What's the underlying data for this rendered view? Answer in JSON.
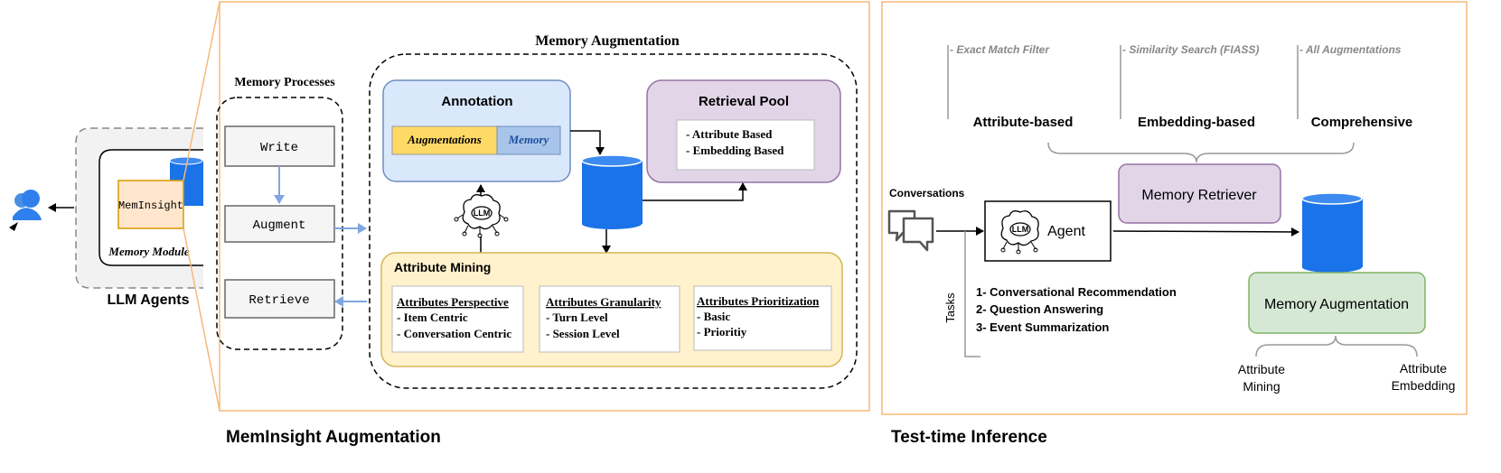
{
  "left_panel": {
    "caption": "MemInsight Augmentation",
    "agent": {
      "meminsight_label": "MemInsight",
      "module_label": "Memory Module",
      "title": "LLM Agents"
    },
    "memory_processes": {
      "title": "Memory Processes",
      "steps": [
        "Write",
        "Augment",
        "Retrieve"
      ]
    },
    "memory_augmentation": {
      "title": "Memory Augmentation",
      "annotation": {
        "title": "Annotation",
        "augmentations_label": "Augmentations",
        "memory_label": "Memory"
      },
      "llm_label": "LLM",
      "retrieval_pool": {
        "title": "Retrieval Pool",
        "items": [
          "- Attribute Based",
          "- Embedding Based"
        ]
      },
      "attribute_mining": {
        "title": "Attribute Mining",
        "groups": [
          {
            "title": "Attributes Perspective",
            "items": [
              "- Item Centric",
              "- Conversation Centric"
            ]
          },
          {
            "title": "Attributes Granularity",
            "items": [
              "- Turn Level",
              "- Session Level"
            ]
          },
          {
            "title": "Attributes Prioritization",
            "items": [
              "- Basic",
              "- Prioritiy"
            ]
          }
        ]
      }
    }
  },
  "right_panel": {
    "caption": "Test-time Inference",
    "retrieval_methods": [
      {
        "label": "Attribute-based",
        "note": "- Exact Match Filter"
      },
      {
        "label": "Embedding-based",
        "note": "- Similarity Search (FIASS)"
      },
      {
        "label": "Comprehensive",
        "note": "- All Augmentations"
      }
    ],
    "memory_retriever": "Memory Retriever",
    "conversations_label": "Conversations",
    "llm_label": "LLM",
    "agent_label": "Agent",
    "tasks_label": "Tasks",
    "tasks": [
      "1- Conversational Recommendation",
      "2- Question Answering",
      "3- Event Summarization"
    ],
    "memory_augmentation": "Memory Augmentation",
    "aug_outputs": [
      {
        "line1": "Attribute",
        "line2": "Mining"
      },
      {
        "line1": "Attribute",
        "line2": "Embedding"
      }
    ]
  },
  "colors": {
    "panel_border": "#F5B97A",
    "annotation_fill": "#DAE8FC",
    "annotation_border": "#6C8EBF",
    "augmentations_fill": "#FFD966",
    "memory_fill": "#A9C4EB",
    "retrieval_fill": "#E1D5E7",
    "retrieval_border": "#9673A6",
    "mining_fill": "#FFF2CC",
    "mining_border": "#D6B656",
    "green_fill": "#D5E8D4",
    "green_border": "#82B366",
    "database_blue": "#1A73E8",
    "arrow_blue": "#7EA6E0",
    "meminsight_fill": "#FFE6CC",
    "meminsight_border": "#D79B00"
  }
}
